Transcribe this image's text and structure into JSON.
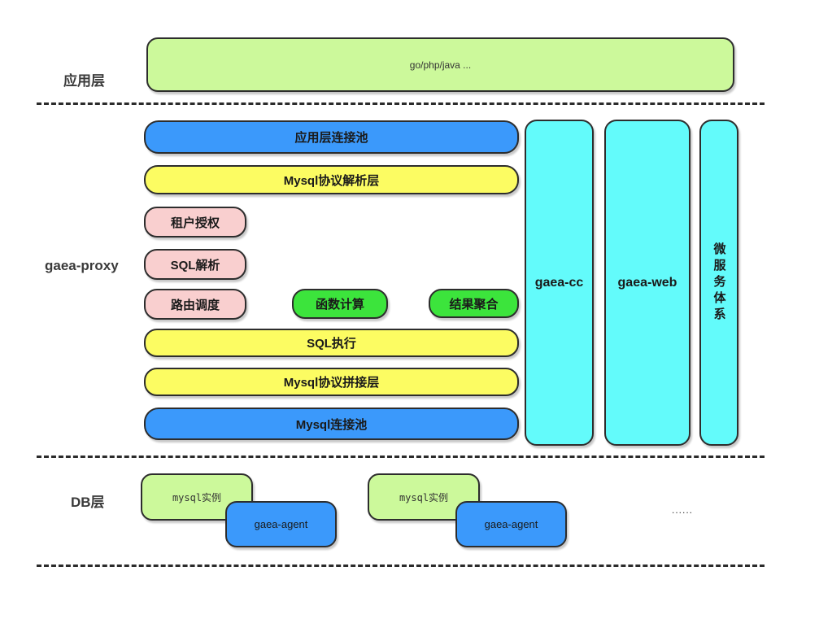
{
  "app_layer": {
    "label": "应用层",
    "box_label": "go/php/java ..."
  },
  "proxy_layer": {
    "label": "gaea-proxy",
    "app_conn_pool": "应用层连接池",
    "mysql_protocol_parse": "Mysql协议解析层",
    "tenant_auth": "租户授权",
    "sql_parse": "SQL解析",
    "route_dispatch": "路由调度",
    "func_calc": "函数计算",
    "result_agg": "结果聚合",
    "sql_exec": "SQL执行",
    "mysql_protocol_join": "Mysql协议拼接层",
    "mysql_conn_pool": "Mysql连接池"
  },
  "side_columns": {
    "gaea_cc": "gaea-cc",
    "gaea_web": "gaea-web",
    "microservice": "微服务体系"
  },
  "db_layer": {
    "label": "DB层",
    "pairs": [
      {
        "mysql": "mysql实例",
        "agent": "gaea-agent"
      },
      {
        "mysql": "mysql实例",
        "agent": "gaea-agent"
      }
    ],
    "ellipsis": "......"
  },
  "colors": {
    "light_green": "#ccf99b",
    "blue": "#3b99fb",
    "yellow": "#fcfc62",
    "pink": "#f9cfcf",
    "green": "#3ce43c",
    "cyan": "#63fbfb",
    "border": "#2d2d2d"
  }
}
